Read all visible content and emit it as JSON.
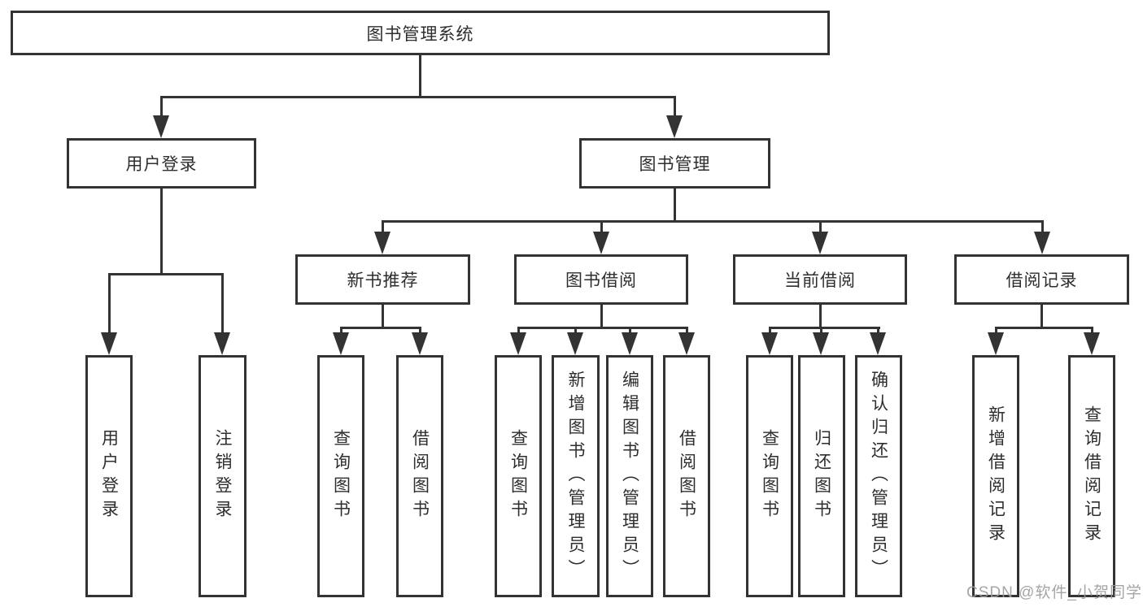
{
  "colors": {
    "line": "#333333",
    "text": "#2e2e2e",
    "background": "#ffffff",
    "watermark": "#9c9c9c"
  },
  "root": {
    "label": "图书管理系统"
  },
  "level2": [
    {
      "label": "用户登录"
    },
    {
      "label": "图书管理"
    }
  ],
  "level3": [
    {
      "label": "新书推荐"
    },
    {
      "label": "图书借阅"
    },
    {
      "label": "当前借阅"
    },
    {
      "label": "借阅记录"
    }
  ],
  "leaves": {
    "user_login": [
      {
        "label": "用户登录"
      },
      {
        "label": "注销登录"
      }
    ],
    "new_book_rec": [
      {
        "label": "查询图书"
      },
      {
        "label": "借阅图书"
      }
    ],
    "book_borrow": [
      {
        "label": "查询图书"
      },
      {
        "label": "新增图书（管理员）"
      },
      {
        "label": "编辑图书（管理员）"
      },
      {
        "label": "借阅图书"
      }
    ],
    "current_borrow": [
      {
        "label": "查询图书"
      },
      {
        "label": "归还图书"
      },
      {
        "label": "确认归还（管理员）"
      }
    ],
    "borrow_records": [
      {
        "label": "新增借阅记录"
      },
      {
        "label": "查询借阅记录"
      }
    ]
  },
  "watermark": {
    "text": "CSDN @软件_小贺同学"
  }
}
